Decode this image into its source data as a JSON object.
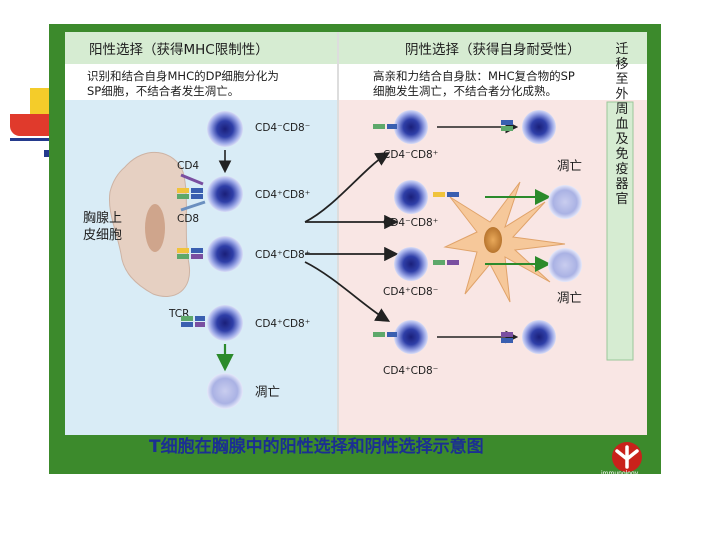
{
  "header": {
    "positive_title": "阳性选择（获得MHC限制性）",
    "negative_title": "阴性选择（获得自身耐受性）"
  },
  "description": {
    "positive_line1": "识别和结合自身MHC的DP细胞分化为",
    "positive_line2": "SP细胞，不结合者发生凋亡。",
    "negative_line1": "高亲和力结合自身肽：MHC复合物的SP",
    "negative_line2": "细胞发生凋亡，不结合者分化成熟。"
  },
  "labels": {
    "thymic_epithelium_line1": "胸腺上",
    "thymic_epithelium_line2": "皮细胞",
    "cd4": "CD4",
    "cd8": "CD8",
    "tcr": "TCR",
    "dn": "CD4⁻CD8⁻",
    "dp1": "CD4⁺CD8⁺",
    "dp2": "CD4⁺CD8⁺",
    "dp3": "CD4⁺CD8⁺",
    "apoptosis_left": "凋亡",
    "sp_top": "CD4⁻CD8⁺",
    "sp_mid1": "CD4⁻CD8⁺",
    "sp_mid2": "CD4⁺CD8⁻",
    "sp_bottom": "CD4⁺CD8⁻",
    "apoptosis_right_top": "凋亡",
    "apoptosis_right_bottom": "凋亡"
  },
  "sidebar": {
    "migrate_text": "迁移至外周血及免疫器官"
  },
  "caption": "T细胞在胸腺中的阳性选择和阴性选择示意图",
  "logo": {
    "text": "immunology"
  },
  "colors": {
    "frame_green": "#3c8a2c",
    "header_bg": "#d6ecd2",
    "left_bg": "#d9ecf6",
    "right_bg": "#f9e6e4",
    "cell_blue": "#2a3a9a",
    "caption_blue": "#1b2f92",
    "logo_red": "#c9221b"
  }
}
